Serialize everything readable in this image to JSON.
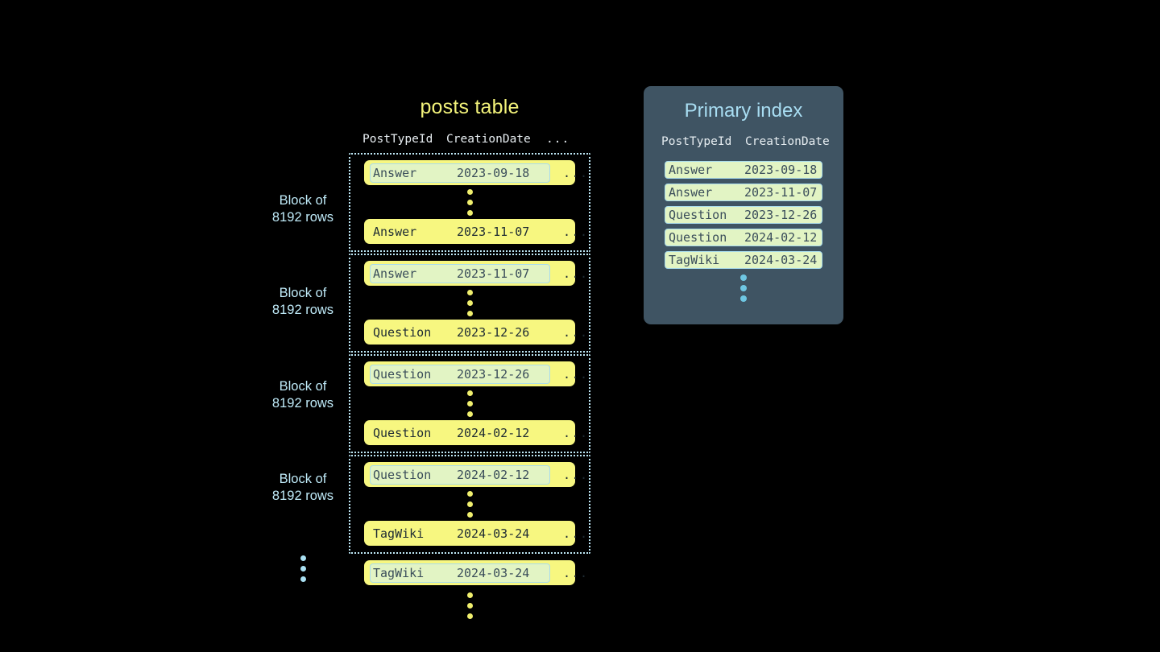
{
  "posts_table": {
    "title": "posts table",
    "columns": [
      "PostTypeId",
      "CreationDate",
      "..."
    ],
    "row_ellipsis": "...",
    "blocks": [
      {
        "label_line1": "Block of",
        "label_line2": "8192 rows",
        "first_row": {
          "post_type_id": "Answer",
          "creation_date": "2023-09-18",
          "highlighted": true
        },
        "last_row": {
          "post_type_id": "Answer",
          "creation_date": "2023-11-07",
          "highlighted": false
        }
      },
      {
        "label_line1": "Block of",
        "label_line2": "8192 rows",
        "first_row": {
          "post_type_id": "Answer",
          "creation_date": "2023-11-07",
          "highlighted": true
        },
        "last_row": {
          "post_type_id": "Question",
          "creation_date": "2023-12-26",
          "highlighted": false
        }
      },
      {
        "label_line1": "Block of",
        "label_line2": "8192 rows",
        "first_row": {
          "post_type_id": "Question",
          "creation_date": "2023-12-26",
          "highlighted": true
        },
        "last_row": {
          "post_type_id": "Question",
          "creation_date": "2024-02-12",
          "highlighted": false
        }
      },
      {
        "label_line1": "Block of",
        "label_line2": "8192 rows",
        "first_row": {
          "post_type_id": "Question",
          "creation_date": "2024-02-12",
          "highlighted": true
        },
        "last_row": {
          "post_type_id": "TagWiki",
          "creation_date": "2024-03-24",
          "highlighted": false
        }
      }
    ],
    "trailing_row": {
      "post_type_id": "TagWiki",
      "creation_date": "2024-03-24",
      "highlighted": true
    }
  },
  "primary_index": {
    "title": "Primary index",
    "columns": [
      "PostTypeId",
      "CreationDate"
    ],
    "rows": [
      {
        "post_type_id": "Answer",
        "creation_date": "2023-09-18"
      },
      {
        "post_type_id": "Answer",
        "creation_date": "2023-11-07"
      },
      {
        "post_type_id": "Question",
        "creation_date": "2023-12-26"
      },
      {
        "post_type_id": "Question",
        "creation_date": "2024-02-12"
      },
      {
        "post_type_id": "TagWiki",
        "creation_date": "2024-03-24"
      }
    ]
  },
  "colors": {
    "background": "#000000",
    "row_yellow": "#f7f780",
    "highlight_green": "#e2f4c4",
    "highlight_border": "#a9dced",
    "block_border": "#bfe9f7",
    "label_blue": "#bfeaf8",
    "title_yellow": "#f2f27a",
    "panel_bg": "#3f5463",
    "panel_title": "#a8ddf2",
    "dot_yellow": "#f0ef6e",
    "dot_blue": "#6fc7e3"
  }
}
